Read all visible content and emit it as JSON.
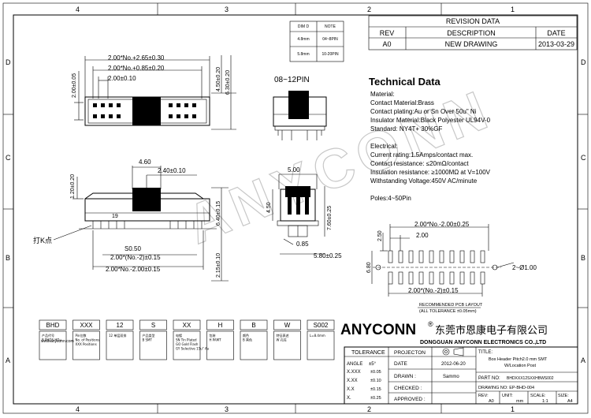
{
  "zones": {
    "top": [
      "4",
      "3",
      "2",
      "1"
    ],
    "bottom": [
      "4",
      "3",
      "2",
      "1"
    ],
    "side": [
      "D",
      "C",
      "B",
      "A"
    ]
  },
  "revision": {
    "title": "REVISION DATA",
    "headers": [
      "REV",
      "DESCRIPTION",
      "DATE"
    ],
    "rows": [
      [
        "A0",
        "NEW DRAWING",
        "2013-03-29"
      ]
    ]
  },
  "dim_table": {
    "headers": [
      "DIM D",
      "NOTE"
    ],
    "rows": [
      [
        "4.8mm",
        "04~8PIN"
      ],
      [
        "5.8mm",
        "10-20PIN"
      ]
    ]
  },
  "top_view": {
    "dim_a": "2.00*No.+2.65±0.30",
    "dim_b": "2.00*No.+0.85±0.20",
    "dim_c": "2.00±0.10",
    "dim_left": "2.00±0.05",
    "dim_right1": "4.50±0.20",
    "dim_right2": "6.30±0.20"
  },
  "side_view_label": "08~12PIN",
  "front_view": {
    "dim_460": "4.60",
    "dim_240": "2.40±0.10",
    "dim_120": "1.20±0.20",
    "dim_19": "19",
    "dim_640": "6.40±0.15",
    "dim_215": "2.15±0.10",
    "dim_s050": "S0.50",
    "dim_pitch": "2.00*(No.-2)±0.15",
    "dim_total": "2.00*No.-2.00±0.15",
    "callout": "打K点"
  },
  "end_view": {
    "dim_500": "5.00",
    "dim_450": "4.50",
    "dim_760": "7.60±0.25",
    "dim_085": "0.85",
    "dim_580": "5.80±0.25"
  },
  "technical": {
    "title": "Technical Data",
    "lines": [
      "Material:",
      "Contact Material:Brass",
      "Contact plating:Au or Sn Over 50u\" Ni",
      "Insulator Material:Black Polyester UL94V-0",
      "Standard: NY4T+ 30%GF",
      "",
      "Electrical:",
      "Current rating:1.5Amps/contact max.",
      "Contact resistance: ≤20mΩ/contact",
      "Insulation resistance: ≥1000MΩ at V=100V",
      "Withstanding Voltage:450V AC/minute",
      "",
      "Poles:4~50Pin"
    ]
  },
  "watermark": "ANYCONN",
  "pcb": {
    "dim_top": "2.00*No.-2.00±0.25",
    "dim_200": "2.00",
    "dim_250": "2.50",
    "dim_680": "6.80",
    "dim_hole": "2~Ø1.00",
    "dim_bottom": "2.00*(No.-2)±0.15",
    "caption1": "RECOMMENDED PCB LAYOUT",
    "caption2": "(ALL TOLERANCE ±0.05mm)"
  },
  "part_code": {
    "boxes": [
      {
        "code": "BHD",
        "desc": "产品代号\nB PHDS HD+"
      },
      {
        "code": "XXX",
        "desc": "Pin位数\nNo. of Positions\nXXX Positions"
      },
      {
        "code": "12",
        "desc": "12 单层双排"
      },
      {
        "code": "S",
        "desc": "产品类型\nB SMT"
      },
      {
        "code": "XX",
        "desc": "电镀\nSN Tin Plated\nGO Gold Flash\nGY Selective 15u\" Au"
      },
      {
        "code": "H",
        "desc": "包装\nH PAMT"
      },
      {
        "code": "B",
        "desc": "颜色\nB 黑色"
      },
      {
        "code": "W",
        "desc": "特征表述\nW 孔柱"
      },
      {
        "code": "S002",
        "desc": "L=8.4mm"
      }
    ]
  },
  "company": {
    "brand": "ANYCONN",
    "reg": "®",
    "cn_name": "东莞市恩康电子有限公司",
    "en_name": "DONGGUAN ANYCONN ELECTRONICS CO.,LTD",
    "website": "www.anyconn.com"
  },
  "title_block": {
    "tolerance_label": "TOLERANCE",
    "angle_label": "ANGLE",
    "angle_val": "±5°",
    "tol_rows": [
      [
        "X.XXX",
        "±0.05"
      ],
      [
        "X.XX",
        "±0.10"
      ],
      [
        "X.X",
        "±0.15"
      ],
      [
        "X.",
        "±0.25"
      ]
    ],
    "projection_label": "PROJECTON",
    "date_label": "DATE",
    "date_val": "2012-06-20",
    "drawn_label": "DRAWN :",
    "drawn_val": "Sammo",
    "checked_label": "CHECKED :",
    "approved_label": "APPROVED :",
    "title_label": "TITLE:",
    "title_line1": "Box Header Pitch2.0 mm SMT",
    "title_line2": "W/Location Post",
    "part_no_label": "PART NO:",
    "part_no_val": "BHDXXX12SXXHBWS002",
    "drawing_no_label": "DRAWING NO: EP-BHD-004",
    "rev_label": "REV:",
    "rev_val": "A0",
    "unit_label": "UNIT:",
    "unit_val": "mm",
    "scale_label": "SCALE:",
    "scale_val": "1:1",
    "size_label": "SIZE:",
    "size_val": "A4"
  }
}
